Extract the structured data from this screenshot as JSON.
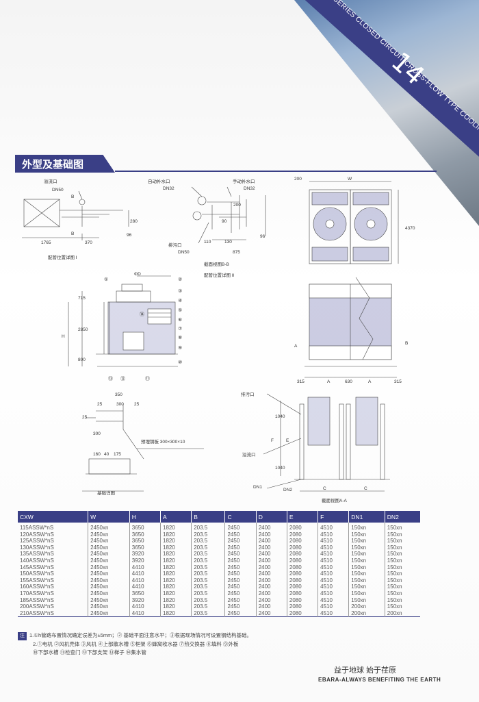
{
  "banner": {
    "series_text": "CXW SERIES CLOSED CIRCUIT CROSS-FLOW TYPE COOLING TOWER",
    "page_number": "14"
  },
  "section": {
    "title": "外型及基础图"
  },
  "labels": {
    "overflow": "溢流口",
    "dn50": "DN50",
    "auto_refill": "自动补水口",
    "dn32": "DN32",
    "manual_refill": "手动补水口",
    "drain": "排污口",
    "section_bb": "截面视图B-B",
    "pipe_detail_1": "配管位置详图 I",
    "pipe_detail_2": "配管位置详图 II",
    "embedded_plate": "预埋钢板 300×300×10",
    "foundation_detail": "基础详图",
    "section_aa": "截面视图A-A",
    "dn1": "DN1",
    "dn2": "DN2",
    "w": "W",
    "h": "H",
    "a": "A",
    "b": "B",
    "c": "C",
    "e": "E",
    "f": "F",
    "phi_d": "ΦD",
    "dims": {
      "d1765": "1765",
      "d370": "370",
      "d280": "280",
      "d96": "96",
      "d110": "110",
      "d130": "130",
      "d875": "875",
      "d200": "200",
      "d90": "90",
      "d96b": "96",
      "d200top": "200",
      "d4370": "4370",
      "d715": "715",
      "d2850": "2850",
      "d800": "800",
      "d315a": "315",
      "d630": "630",
      "d315b": "315",
      "d350": "350",
      "d25a": "25",
      "d300": "300",
      "d25b": "25",
      "d25c": "25",
      "d300b": "300",
      "d160": "160",
      "d40": "40",
      "d175": "175",
      "d1040a": "1040",
      "d1040b": "1040"
    },
    "callouts": [
      "①",
      "②",
      "③",
      "④",
      "⑤",
      "⑥",
      "⑦",
      "⑧",
      "⑨",
      "⑩",
      "⑪",
      "⑫",
      "⑬",
      "⑭"
    ]
  },
  "table": {
    "headers": [
      "CXW",
      "W",
      "H",
      "A",
      "B",
      "C",
      "D",
      "E",
      "F",
      "DN1",
      "DN2"
    ],
    "rows": [
      [
        "115ASSW*nS",
        "2450xn",
        "3650",
        "1820",
        "203.5",
        "2450",
        "2400",
        "2080",
        "4510",
        "150xn",
        "150xn"
      ],
      [
        "120ASSW*nS",
        "2450xn",
        "3650",
        "1820",
        "203.5",
        "2450",
        "2400",
        "2080",
        "4510",
        "150xn",
        "150xn"
      ],
      [
        "125ASSW*nS",
        "2450xn",
        "3650",
        "1820",
        "203.5",
        "2450",
        "2400",
        "2080",
        "4510",
        "150xn",
        "150xn"
      ],
      [
        "130ASSW*nS",
        "2450xn",
        "3650",
        "1820",
        "203.5",
        "2450",
        "2400",
        "2080",
        "4510",
        "150xn",
        "150xn"
      ],
      [
        "135ASSW*nS",
        "2450xn",
        "3920",
        "1820",
        "203.5",
        "2450",
        "2400",
        "2080",
        "4510",
        "150xn",
        "150xn"
      ],
      [
        "140ASSW*nS",
        "2450xn",
        "3920",
        "1820",
        "203.5",
        "2450",
        "2400",
        "2080",
        "4510",
        "150xn",
        "150xn"
      ],
      [
        "145ASSW*nS",
        "2450xn",
        "4410",
        "1820",
        "203.5",
        "2450",
        "2400",
        "2080",
        "4510",
        "150xn",
        "150xn"
      ],
      [
        "150ASSW*nS",
        "2450xn",
        "4410",
        "1820",
        "203.5",
        "2450",
        "2400",
        "2080",
        "4510",
        "150xn",
        "150xn"
      ],
      [
        "155ASSW*nS",
        "2450xn",
        "4410",
        "1820",
        "203.5",
        "2450",
        "2400",
        "2080",
        "4510",
        "150xn",
        "150xn"
      ],
      [
        "160ASSW*nS",
        "2450xn",
        "4410",
        "1820",
        "203.5",
        "2450",
        "2400",
        "2080",
        "4510",
        "150xn",
        "150xn"
      ],
      [
        "170ASSW*nS",
        "2450xn",
        "3650",
        "1820",
        "203.5",
        "2450",
        "2400",
        "2080",
        "4510",
        "150xn",
        "150xn"
      ],
      [
        "185ASSW*nS",
        "2450xn",
        "3920",
        "1820",
        "203.5",
        "2450",
        "2400",
        "2080",
        "4510",
        "150xn",
        "150xn"
      ],
      [
        "200ASSW*nS",
        "2450xn",
        "4410",
        "1820",
        "203.5",
        "2450",
        "2400",
        "2080",
        "4510",
        "200xn",
        "150xn"
      ],
      [
        "210ASSW*nS",
        "2450xn",
        "4410",
        "1820",
        "203.5",
        "2450",
        "2400",
        "2080",
        "4510",
        "200xn",
        "200xn"
      ]
    ]
  },
  "notes": {
    "badge": "注",
    "line1": "1.①h管路布置情况确定误差为±5mm；② 基础平面注意水平；③根据现场情况可设置钢结构基础。",
    "line2": "2.①电机 ②风机壳体 ③风机 ④上部散水槽 ⑤框架 ⑥蜂窝收水器 ⑦热交换器 ⑧填料 ⑨外板",
    "line3": "⑩下部水槽 ⑪检查门 ⑫下部支架 ⑬梯子 ⑭集水管"
  },
  "footer": {
    "slogan_cn": "益于地球  始于荏原",
    "slogan_en": "EBARA-ALWAYS BENEFITING THE EARTH"
  },
  "colors": {
    "brand": "#3a3f86",
    "panel": "#6c71b0"
  }
}
